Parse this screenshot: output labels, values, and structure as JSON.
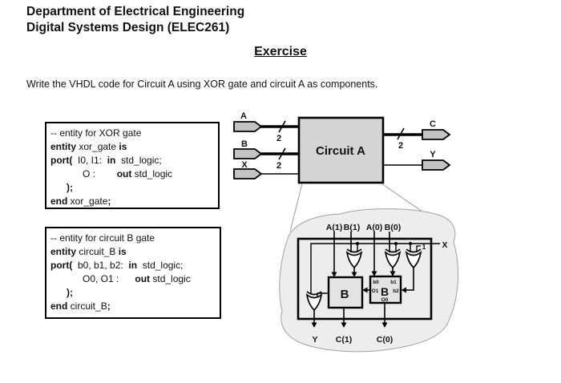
{
  "header": {
    "line1": "Department of Electrical Engineering",
    "line2": "Digital Systems Design (ELEC261)"
  },
  "title": "Exercise",
  "instruction": "Write the VHDL code for Circuit A using XOR gate and circuit A as components.",
  "code_boxes": [
    {
      "name": "xor_gate entity",
      "lines": [
        [
          {
            "t": "-- entity for XOR gate",
            "b": false
          }
        ],
        [
          {
            "t": "entity ",
            "b": true
          },
          {
            "t": "xor_gate ",
            "b": false
          },
          {
            "t": "is",
            "b": true
          }
        ],
        [
          {
            "t": "port(",
            "b": true
          },
          {
            "t": "  I0, I1:  ",
            "b": false
          },
          {
            "t": "in",
            "b": true
          },
          {
            "t": "  std_logic;",
            "b": false
          }
        ],
        [
          {
            "t": "            O :        ",
            "b": false
          },
          {
            "t": "out",
            "b": true
          },
          {
            "t": " std_logic",
            "b": false
          }
        ],
        [
          {
            "t": "      );",
            "b": true
          }
        ],
        [
          {
            "t": "end",
            "b": true
          },
          {
            "t": " xor_gate",
            "b": false
          },
          {
            "t": ";",
            "b": true
          }
        ]
      ]
    },
    {
      "name": "circuit_B entity",
      "lines": [
        [
          {
            "t": "-- entity for circuit B gate",
            "b": false
          }
        ],
        [
          {
            "t": "entity ",
            "b": true
          },
          {
            "t": "circuit_B ",
            "b": false
          },
          {
            "t": "is",
            "b": true
          }
        ],
        [
          {
            "t": "port(",
            "b": true
          },
          {
            "t": "  b0, b1, b2:  ",
            "b": false
          },
          {
            "t": "in",
            "b": true
          },
          {
            "t": "  std_logic;",
            "b": false
          }
        ],
        [
          {
            "t": "            O0, O1 :      ",
            "b": false
          },
          {
            "t": "out",
            "b": true
          },
          {
            "t": " std_logic",
            "b": false
          }
        ],
        [
          {
            "t": "      );",
            "b": true
          }
        ],
        [
          {
            "t": "end",
            "b": true
          },
          {
            "t": " circuit_B",
            "b": false
          },
          {
            "t": ";",
            "b": true
          }
        ]
      ]
    }
  ],
  "diagram": {
    "inputs": [
      {
        "label": "A",
        "bus": "2"
      },
      {
        "label": "B",
        "bus": "2"
      },
      {
        "label": "X",
        "bus": ""
      }
    ],
    "block_label": "Circuit A",
    "outputs": [
      {
        "label": "C",
        "bus": "2"
      },
      {
        "label": "Y",
        "bus": ""
      }
    ]
  },
  "detail": {
    "top_labels": [
      "A(1)",
      "B(1)",
      "A(0)",
      "B(0)"
    ],
    "x_label": "X",
    "const_one": "1",
    "left_block": {
      "label": "B"
    },
    "right_block": {
      "label": "B",
      "ports": {
        "b0": "b0",
        "b1": "b1",
        "o1": "O1",
        "b2": "b2",
        "o0": "O0"
      }
    },
    "bottom_labels": [
      "Y",
      "C(1)",
      "C(0)"
    ]
  },
  "colors": {
    "pin_fill": "#c3c3c3",
    "block_fill": "#d4d4d4",
    "detail_block_fill": "#e3e3e3",
    "blob_fill": "#ededed"
  }
}
